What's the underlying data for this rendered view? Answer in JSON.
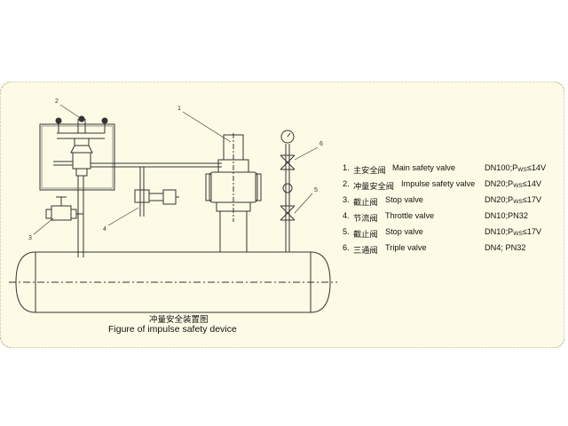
{
  "colors": {
    "panel_fill": "#fdfbe6",
    "panel_border": "#b8b89a",
    "line": "#333333"
  },
  "callouts": [
    "1",
    "2",
    "3",
    "4",
    "5",
    "6"
  ],
  "legend": [
    {
      "num": "1.",
      "cn": "主安全阀",
      "en": "Main safety valve",
      "dn": "DN100;",
      "p": "P",
      "psub": "WS",
      "pval": "≤14V"
    },
    {
      "num": "2.",
      "cn": "冲量安全阀",
      "en": "Impulse safety valve",
      "dn": "DN20;",
      "p": "P",
      "psub": "WS",
      "pval": "≤14V"
    },
    {
      "num": "3.",
      "cn": "截止阀",
      "en": "Stop valve",
      "dn": "DN20;",
      "p": "P",
      "psub": "WS",
      "pval": "≤17V"
    },
    {
      "num": "4.",
      "cn": "节流阀",
      "en": "Throttle valve",
      "dn": "DN10;PN32",
      "p": "",
      "psub": "",
      "pval": ""
    },
    {
      "num": "5.",
      "cn": "截止阀",
      "en": "Stop valve",
      "dn": "DN10;",
      "p": "P",
      "psub": "WS",
      "pval": "≤17V"
    },
    {
      "num": "6.",
      "cn": "三通阀",
      "en": "Triple valve",
      "dn": "DN4; PN32",
      "p": "",
      "psub": "",
      "pval": ""
    }
  ],
  "caption": {
    "cn": "冲量安全装置图",
    "en": "Figure of impulse safety device"
  }
}
